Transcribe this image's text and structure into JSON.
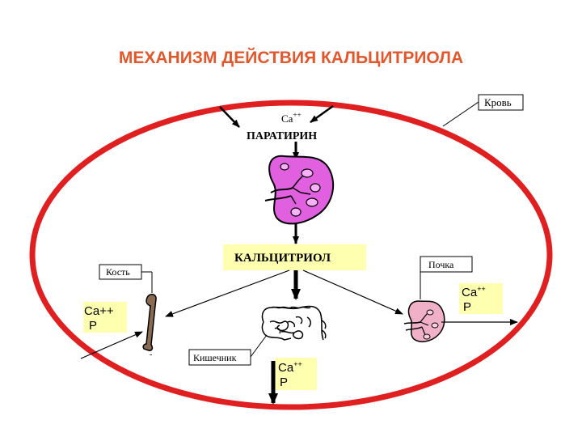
{
  "title": "МЕХАНИЗМ ДЕЙСТВИЯ КАЛЬЦИТРИОЛА",
  "labels": {
    "blood": "Кровь",
    "ca_top": "Ca",
    "ca_top_sup": "++",
    "parathyrin": "ПАРАТИРИН",
    "calcitriol": "КАЛЬЦИТРИОЛ",
    "bone": "Кость",
    "kidney": "Почка",
    "intestine": "Кишечник",
    "bone_box_ca": "Ca++",
    "bone_box_p": "P",
    "kidney_box_ca": "Ca",
    "kidney_box_sup": "++",
    "kidney_box_p": "P",
    "intestine_box_ca": "Ca",
    "intestine_box_sup": "++",
    "intestine_box_p": "P"
  },
  "colors": {
    "title": "#e2582c",
    "oval": "#e02020",
    "label_box": "#ffffb0",
    "kidney_main": "#e060e0",
    "kidney_small": "#f0b0c8"
  }
}
